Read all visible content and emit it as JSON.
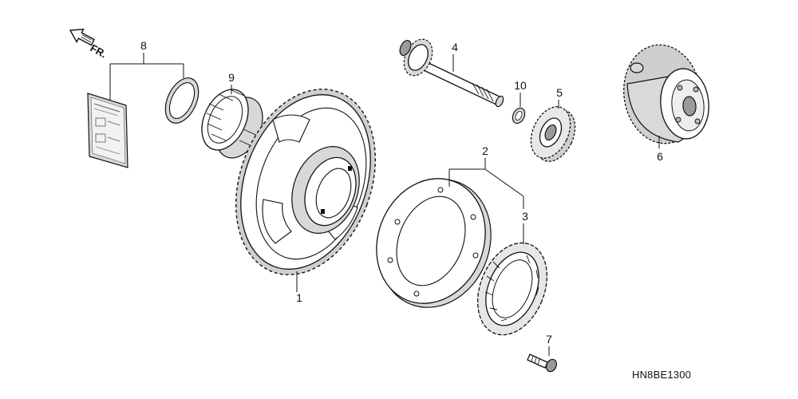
{
  "direction_indicator": {
    "label": "FR."
  },
  "diagram_code": "HN8BE1300",
  "callouts": [
    {
      "id": "c1",
      "number": "1"
    },
    {
      "id": "c2",
      "number": "2"
    },
    {
      "id": "c3",
      "number": "3"
    },
    {
      "id": "c4",
      "number": "4"
    },
    {
      "id": "c5",
      "number": "5"
    },
    {
      "id": "c6",
      "number": "6"
    },
    {
      "id": "c7",
      "number": "7"
    },
    {
      "id": "c8",
      "number": "8"
    },
    {
      "id": "c9",
      "number": "9"
    },
    {
      "id": "c10",
      "number": "10"
    }
  ]
}
